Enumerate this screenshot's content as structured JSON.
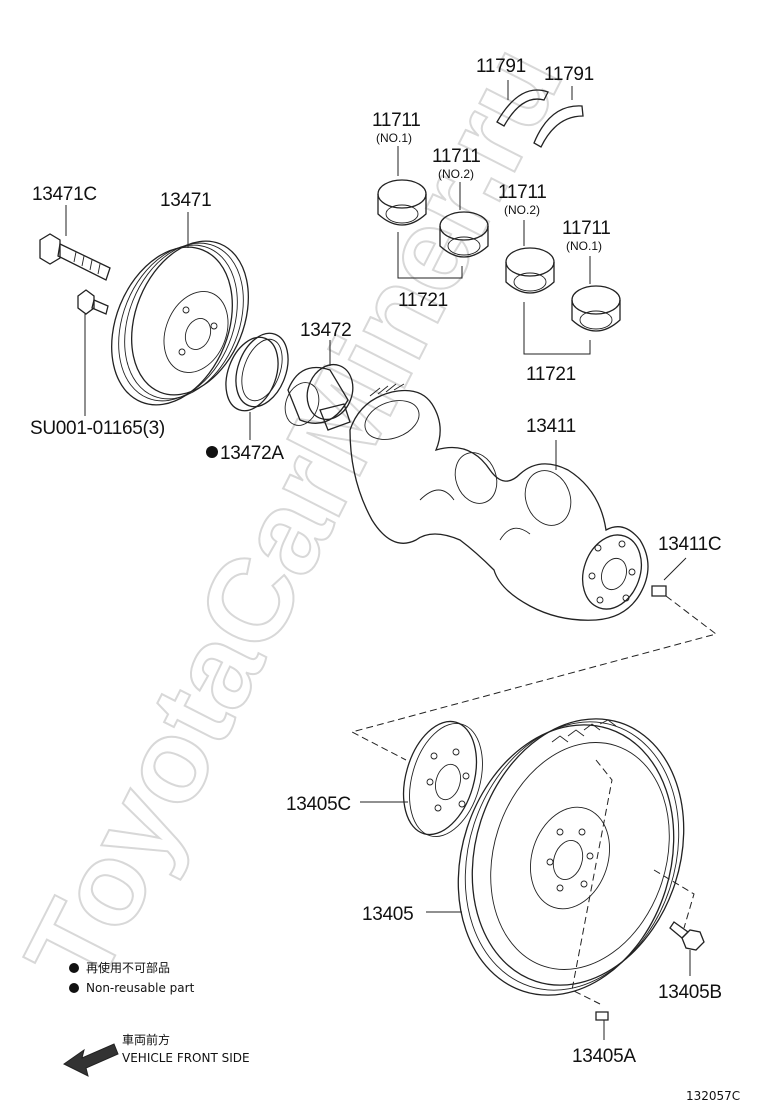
{
  "diagram": {
    "watermark": "ToyotaCarMiner.ru",
    "figure_code": "132057C",
    "direction_label_jp": "車両前方",
    "direction_label_en": "VEHICLE FRONT SIDE",
    "legend": {
      "jp": "再使用不可部品",
      "en": "Non-reusable part"
    },
    "parts": {
      "p11791_left": "11791",
      "p11791_right": "11791",
      "p11711_no1_left": "11711",
      "p11711_no1_left_sub": "(NO.1)",
      "p11711_no2_left": "11711",
      "p11711_no2_left_sub": "(NO.2)",
      "p11711_no2_right": "11711",
      "p11711_no2_right_sub": "(NO.2)",
      "p11711_no1_right": "11711",
      "p11711_no1_right_sub": "(NO.1)",
      "p11721_left": "11721",
      "p11721_right": "11721",
      "p13471c": "13471C",
      "p13471": "13471",
      "p13472": "13472",
      "psu001": "SU001-01165(3)",
      "p13472a": "13472A",
      "p13411": "13411",
      "p13411c": "13411C",
      "p13405c": "13405C",
      "p13405": "13405",
      "p13405b": "13405B",
      "p13405a": "13405A"
    }
  }
}
